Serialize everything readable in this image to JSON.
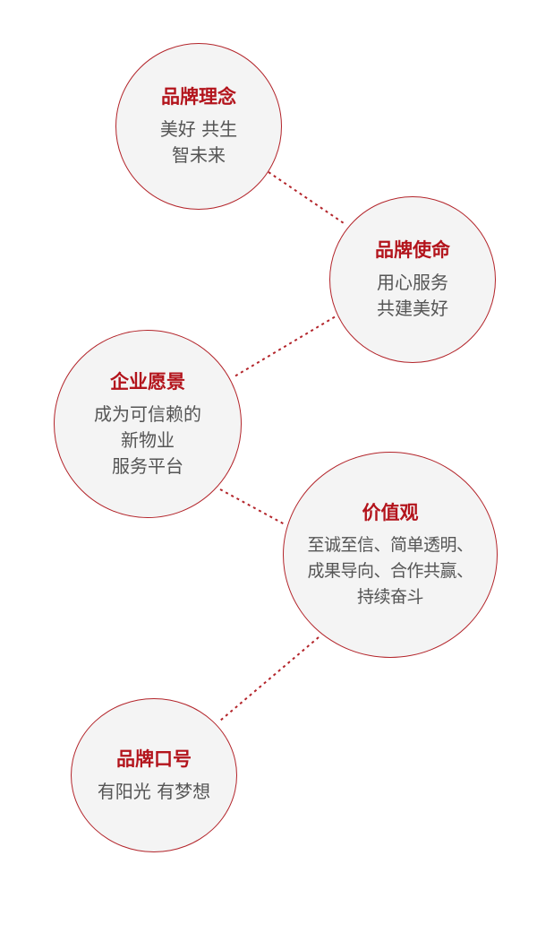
{
  "diagram": {
    "accent_color": "#b3141c",
    "border_color": "#b3242a",
    "circle_fill": "#f4f4f4",
    "text_color": "#555555",
    "nodes": [
      {
        "title": "品牌理念",
        "lines": [
          "美好 共生",
          "智未来"
        ]
      },
      {
        "title": "品牌使命",
        "lines": [
          "用心服务",
          "共建美好"
        ]
      },
      {
        "title": "企业愿景",
        "lines": [
          "成为可信赖的",
          "新物业",
          "服务平台"
        ]
      },
      {
        "title": "价值观",
        "lines": [
          "至诚至信、简单透明、",
          "成果导向、合作共赢、",
          "持续奋斗"
        ]
      },
      {
        "title": "品牌口号",
        "lines": [
          "有阳光 有梦想"
        ]
      }
    ]
  }
}
